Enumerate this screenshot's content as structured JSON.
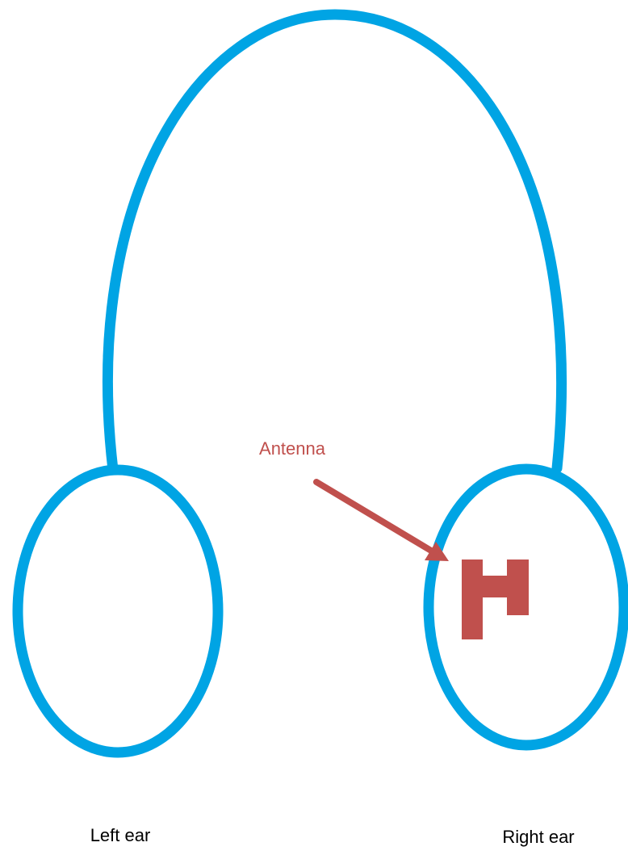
{
  "diagram": {
    "annotation_label": "Antenna",
    "left_label": "Left ear",
    "right_label": "Right ear"
  },
  "colors": {
    "outline": "#00a4e4",
    "annotation": "#c0504d",
    "label_text": "#000000",
    "background": "#ffffff"
  }
}
